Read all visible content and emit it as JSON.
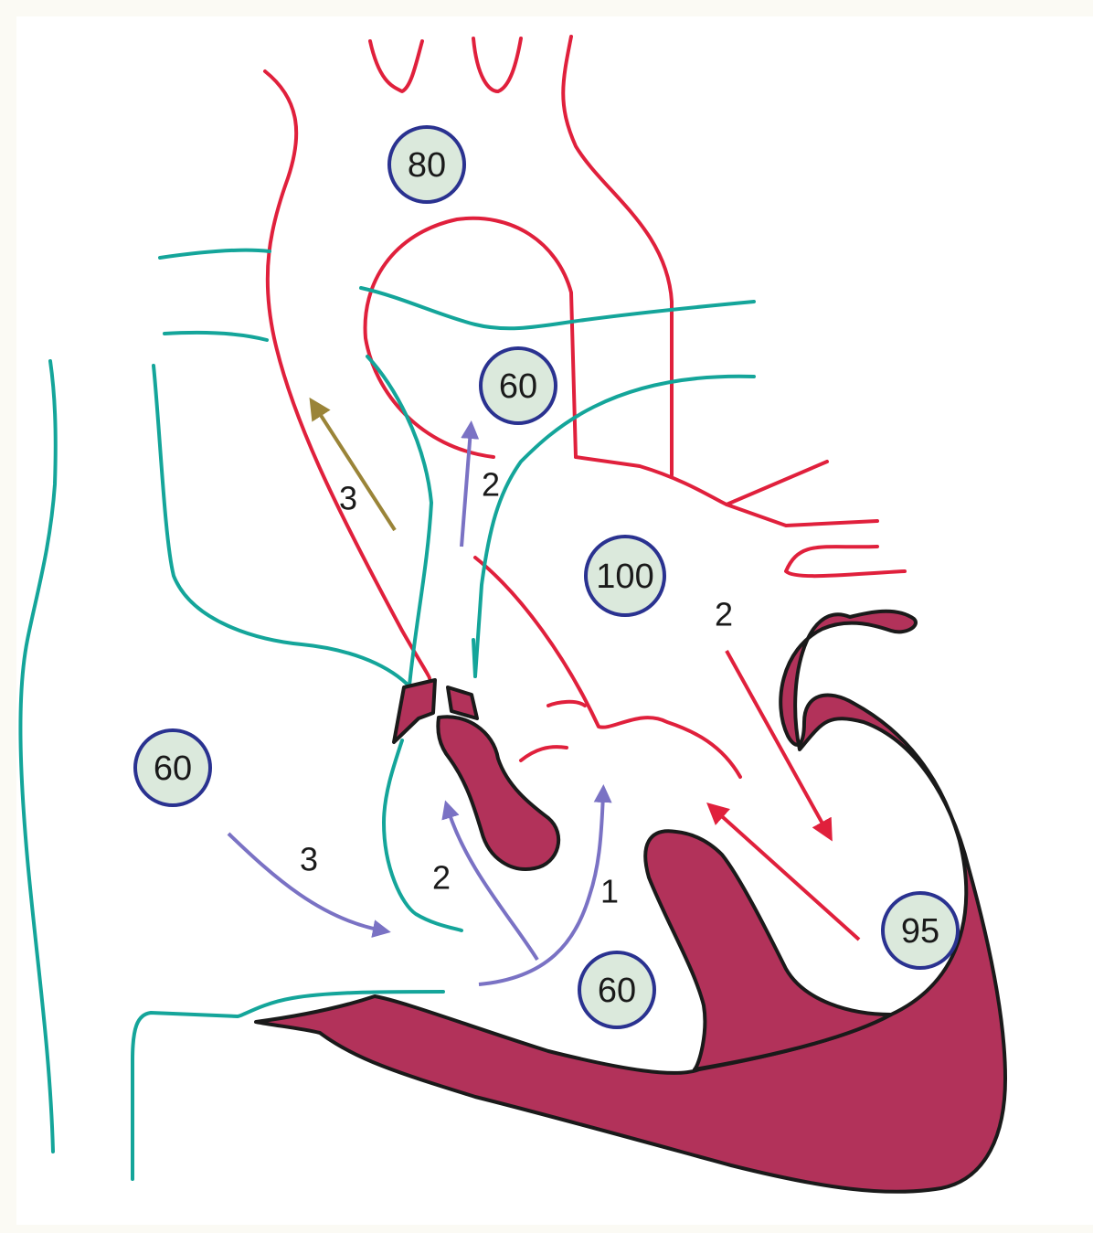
{
  "colors": {
    "oxygenated_vessel": "#e0203c",
    "deoxygenated_vessel": "#14a59a",
    "tissue": "#b2325a",
    "deoxygenated_flow": "#7a72c4",
    "shunt_flow": "#9a8438",
    "oxygenated_flow": "#e0203c",
    "badge_fill": "#dbe9dc",
    "badge_border": "#2a3290"
  },
  "saturation_badges": [
    {
      "value": "80"
    },
    {
      "value": "60"
    },
    {
      "value": "100"
    },
    {
      "value": "60"
    },
    {
      "value": "60"
    },
    {
      "value": "95"
    }
  ],
  "flow_labels": [
    {
      "text": "3"
    },
    {
      "text": "2"
    },
    {
      "text": "2"
    },
    {
      "text": "3"
    },
    {
      "text": "2"
    },
    {
      "text": "1"
    }
  ]
}
